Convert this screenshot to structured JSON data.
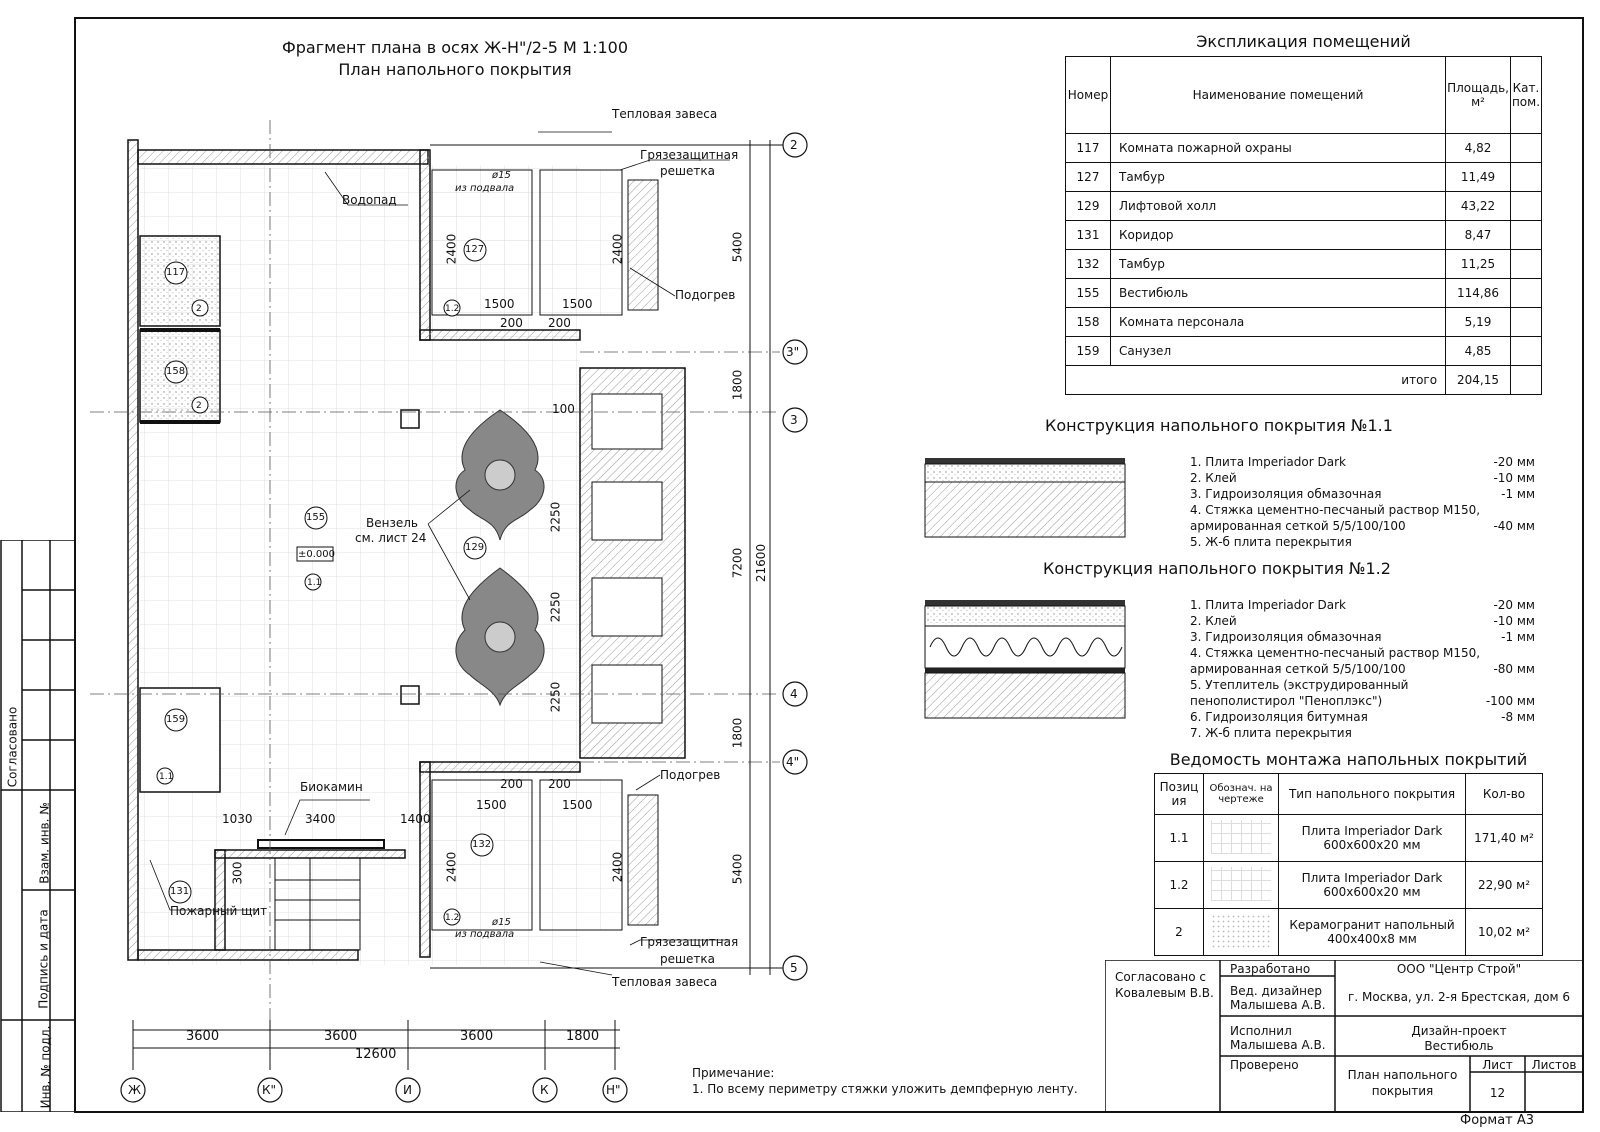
{
  "plan": {
    "title_line1": "Фрагмент плана в осях Ж-Н\"/2-5 М 1:100",
    "title_line2": "План напольного покрытия",
    "labels": {
      "thermal_curtain_top": "Тепловая завеса",
      "grille_top_1": "Грязезащитная",
      "grille_top_2": "решетка",
      "waterfall": "Водопад",
      "heating_top": "Подогрев",
      "heating_bottom": "Подогрев",
      "monogram_1": "Вензель",
      "monogram_2": "см. лист 24",
      "biofireplace": "Биокамин",
      "fire_cabinet": "Пожарный щит",
      "grille_bottom_1": "Грязезащитная",
      "grille_bottom_2": "решетка",
      "thermal_curtain_bottom": "Тепловая завеса",
      "from_basement_top": "из подвала",
      "from_basement_bottom": "из подвала",
      "pipe_top": "ø15",
      "pipe_bottom": "ø15",
      "level": "±0.000"
    },
    "room_tags": [
      "117",
      "158",
      "155",
      "129",
      "127",
      "159",
      "131",
      "132"
    ],
    "floor_tags": [
      "2",
      "2",
      "1.2",
      "1.1",
      "1.1",
      "1.2"
    ],
    "axes_right": [
      "2",
      "3\"",
      "3",
      "4",
      "4\"",
      "5"
    ],
    "axes_bottom": [
      "Ж",
      "К\"",
      "И",
      "К",
      "Н\""
    ],
    "dims_right": [
      "5400",
      "1800",
      "7200",
      "21600",
      "1800",
      "5400"
    ],
    "dims_bottom": [
      "3600",
      "3600",
      "3600",
      "1800",
      "12600"
    ],
    "dims_inner": [
      "2400",
      "2400",
      "1500",
      "1500",
      "200",
      "200",
      "100",
      "2250",
      "2250",
      "2250",
      "200",
      "200",
      "1500",
      "1500",
      "2400",
      "2400",
      "1030",
      "3400",
      "1400",
      "300"
    ]
  },
  "note": {
    "title": "Примечание:",
    "text": "1. По всему периметру стяжки уложить демпферную ленту."
  },
  "explication": {
    "title": "Экспликация помещений",
    "headers": {
      "num": "Номер",
      "name": "Наименование помещений",
      "area": "Площадь, м²",
      "cat": "Кат. пом."
    },
    "rows": [
      {
        "num": "117",
        "name": "Комната пожарной охраны",
        "area": "4,82"
      },
      {
        "num": "127",
        "name": "Тамбур",
        "area": "11,49"
      },
      {
        "num": "129",
        "name": "Лифтовой холл",
        "area": "43,22"
      },
      {
        "num": "131",
        "name": "Коридор",
        "area": "8,47"
      },
      {
        "num": "132",
        "name": "Тамбур",
        "area": "11,25"
      },
      {
        "num": "155",
        "name": "Вестибюль",
        "area": "114,86"
      },
      {
        "num": "158",
        "name": "Комната персонала",
        "area": "5,19"
      },
      {
        "num": "159",
        "name": "Санузел",
        "area": "4,85"
      }
    ],
    "total_label": "итого",
    "total_value": "204,15"
  },
  "construction_1": {
    "title": "Конструкция напольного покрытия №1.1",
    "layers": [
      {
        "t": "1. Плита Imperiador Dark",
        "v": "-20 мм"
      },
      {
        "t": "2. Клей",
        "v": "-10 мм"
      },
      {
        "t": "3. Гидроизоляция обмазочная",
        "v": "-1 мм"
      },
      {
        "t": "4. Стяжка цементно-песчаный раствор М150,",
        "v": ""
      },
      {
        "t": "   армированная сеткой 5/5/100/100",
        "v": "-40 мм"
      },
      {
        "t": "5. Ж-б плита перекрытия",
        "v": ""
      }
    ]
  },
  "construction_2": {
    "title": "Конструкция напольного покрытия №1.2",
    "layers": [
      {
        "t": "1. Плита Imperiador Dark",
        "v": "-20 мм"
      },
      {
        "t": "2. Клей",
        "v": "-10 мм"
      },
      {
        "t": "3. Гидроизоляция обмазочная",
        "v": "-1 мм"
      },
      {
        "t": "4. Стяжка цементно-песчаный раствор М150,",
        "v": ""
      },
      {
        "t": "   армированная сеткой 5/5/100/100",
        "v": "-80 мм"
      },
      {
        "t": "5. Утеплитель (экструдированный",
        "v": ""
      },
      {
        "t": "   пенополистирол \"Пеноплэкс\")",
        "v": "-100 мм"
      },
      {
        "t": "6. Гидроизоляция битумная",
        "v": "-8 мм"
      },
      {
        "t": "7. Ж-б плита перекрытия",
        "v": ""
      }
    ]
  },
  "vedomost": {
    "title": "Ведомость монтажа напольных покрытий",
    "headers": {
      "pos": "Позиция",
      "mark": "Обознач. на чертеже",
      "type": "Тип напольного покрытия",
      "qty": "Кол-во"
    },
    "rows": [
      {
        "pos": "1.1",
        "type1": "Плита Imperiador Dark",
        "type2": "600x600x20 мм",
        "qty": "171,40  м²"
      },
      {
        "pos": "1.2",
        "type1": "Плита Imperiador Dark",
        "type2": "600x600x20 мм",
        "qty": "22,90  м²"
      },
      {
        "pos": "2",
        "type1": "Керамогранит напольный",
        "type2": "400x400x8 мм",
        "qty": "10,02 м²"
      }
    ]
  },
  "stamp": {
    "agreed_1": "Согласовано с",
    "agreed_2": "Ковалевым В.В.",
    "developed": "Разработано",
    "designer_role": "Вед. дизайнер",
    "designer_name": "Малышева А.В.",
    "executed": "Исполнил",
    "executed_name": "Малышева А.В.",
    "checked": "Проверено",
    "company": "ООО \"Центр Строй\"",
    "address": "г. Москва, ул. 2-я Брестская, дом 6",
    "project_1": "Дизайн-проект",
    "project_2": "Вестибюль",
    "sheet_title_1": "План напольного",
    "sheet_title_2": "покрытия",
    "sheet_label": "Лист",
    "sheets_label": "Листов",
    "sheet_num": "12",
    "format": "Формат А3"
  },
  "side_stamp": {
    "agreed": "Согласовано",
    "replace_inv": "Взам. инв. №",
    "sign_date": "Подпись и дата",
    "inv_orig": "Инв. № подл."
  }
}
